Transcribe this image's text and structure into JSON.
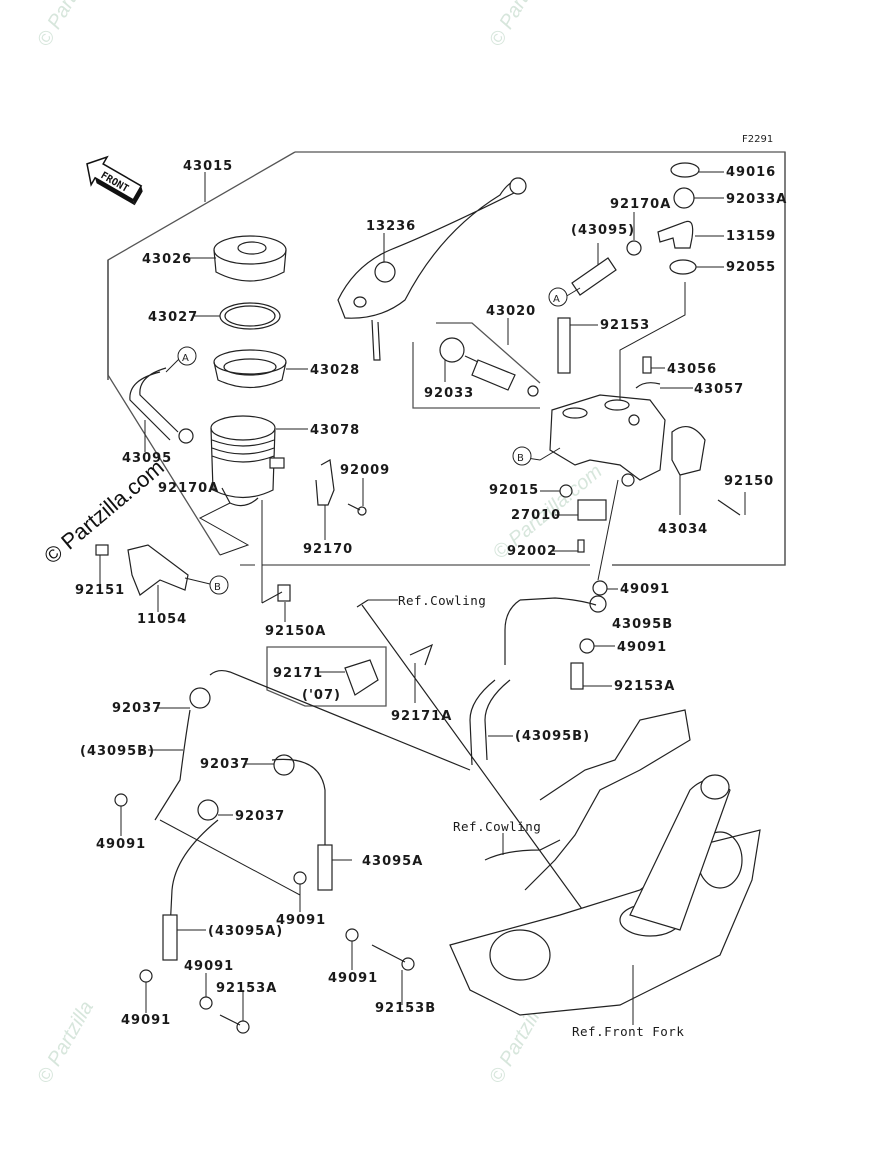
{
  "diagram": {
    "figure_code": "F2291",
    "front_indicator": "FRONT",
    "watermark": "© Partzilla.com",
    "watermark_short": "© Partzilla",
    "callouts": {
      "A": "A",
      "B": "B"
    },
    "labels": {
      "p43015": "43015",
      "p43026": "43026",
      "p43027": "43027",
      "p43028": "43028",
      "p43078": "43078",
      "p43095": "43095",
      "p92170A_left": "92170A",
      "p92009": "92009",
      "p92170": "92170",
      "p92151": "92151",
      "p11054": "11054",
      "p92150A": "92150A",
      "p13236": "13236",
      "p43020": "43020",
      "p92033": "92033",
      "p43095_paren": "(43095)",
      "p92170A_right": "92170A",
      "p49016": "49016",
      "p92033A": "92033A",
      "p13159": "13159",
      "p92055": "92055",
      "p92153": "92153",
      "p43056": "43056",
      "p43057": "43057",
      "p92015": "92015",
      "p27010": "27010",
      "p92002": "92002",
      "p43034": "43034",
      "p92150": "92150",
      "p49091_a": "49091",
      "p43095B": "43095B",
      "p49091_b": "49091",
      "p92153A_right": "92153A",
      "ref_cowling_top": "Ref.Cowling",
      "p92171": "92171",
      "p92171_year": "('07)",
      "p92171A": "92171A",
      "p43095B_paren_mid": "(43095B)",
      "p92037_top": "92037",
      "p43095B_paren_left": "(43095B)",
      "p92037_mid": "92037",
      "p92037_low": "92037",
      "p49091_left": "49091",
      "p43095A": "43095A",
      "p43095A_paren": "(43095A)",
      "p49091_c": "49091",
      "p49091_d": "49091",
      "p49091_e": "49091",
      "p49091_f": "49091",
      "p92153A_left": "92153A",
      "p92153B": "92153B",
      "ref_cowling_low": "Ref.Cowling",
      "ref_front_fork": "Ref.Front Fork"
    }
  }
}
